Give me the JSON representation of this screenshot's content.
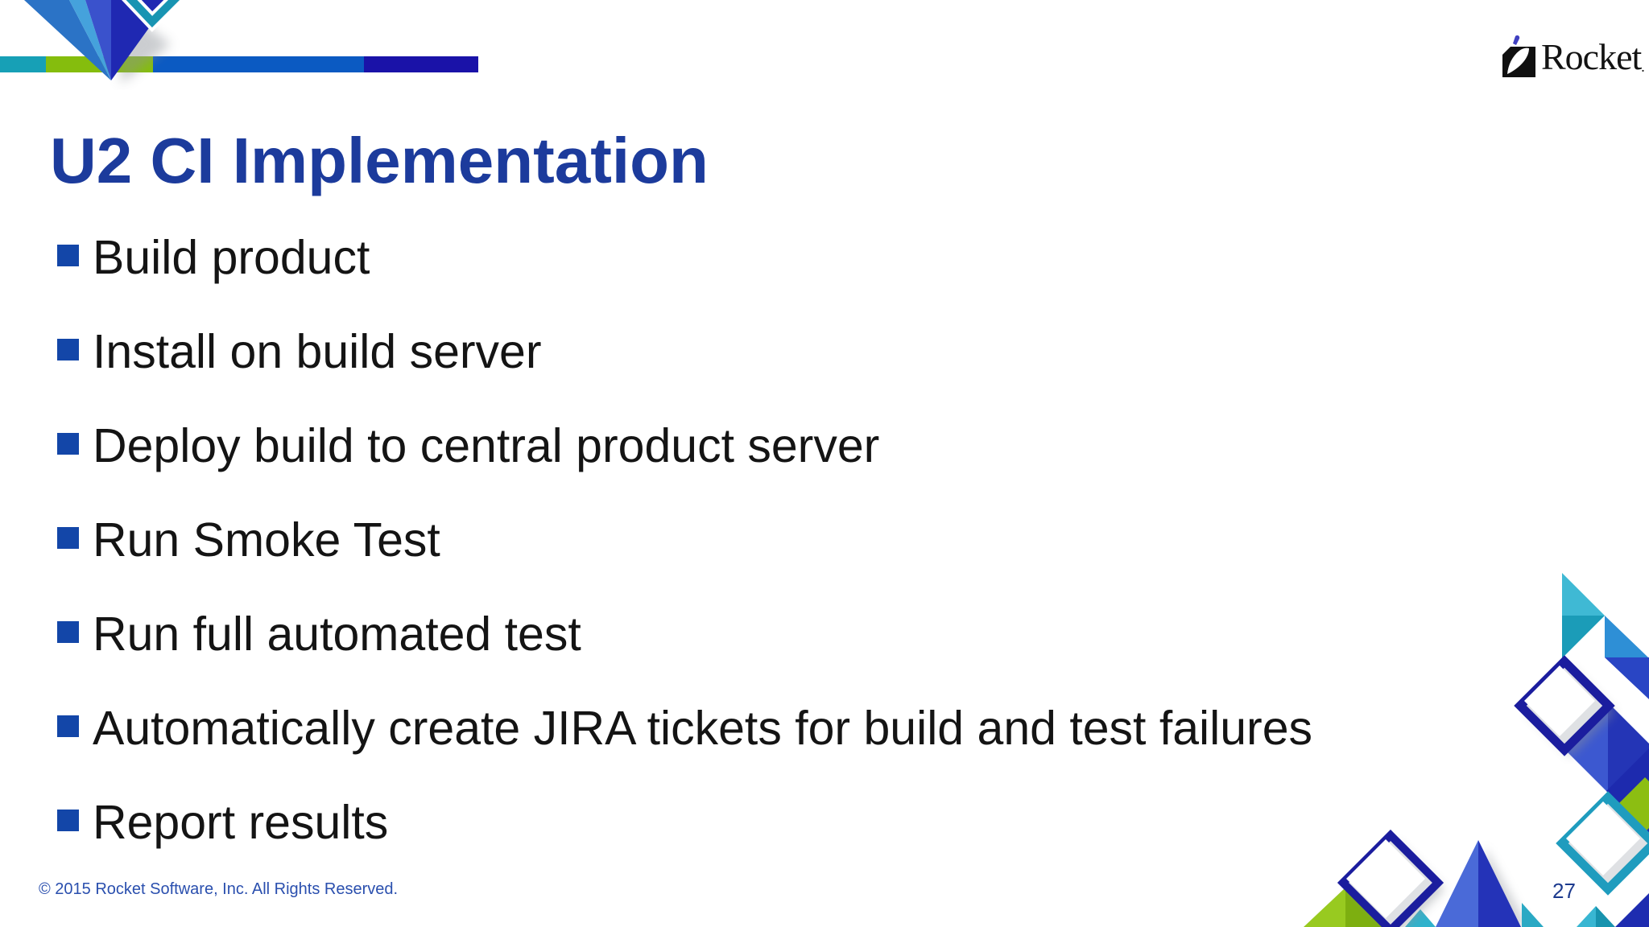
{
  "slide": {
    "title": "U2 CI Implementation",
    "bullets": [
      "Build product",
      "Install on build server",
      "Deploy build to central product server",
      "Run Smoke Test",
      "Run full automated test",
      "Automatically create JIRA tickets for build and test failures",
      "Report results"
    ],
    "footer": "© 2015 Rocket Software, Inc. All Rights Reserved.",
    "page_number": "27"
  },
  "logo": {
    "text": "Rocket",
    "trademark_dot": "."
  },
  "colors": {
    "title_text": "#1c3b9c",
    "body_text": "#141414",
    "bullet_marker": "#1346a8",
    "footer_text": "#2a4fae",
    "page_number_text": "#1c3a8e",
    "stripe_teal": "#17a0b6",
    "stripe_green": "#85bd0d",
    "stripe_blue": "#0b5ac2",
    "stripe_navy": "#1a12a8",
    "deco_medium_blue": "#2b73c6",
    "deco_sky_blue": "#45a2dc",
    "deco_royal_blue": "#3a52cc",
    "deco_navy": "#1f28b2",
    "deco_teal": "#1894b2",
    "deco_light_teal": "#3fb9d4",
    "deco_green": "#8cbe12",
    "outline_diamond_navy": "#1b1d9e",
    "outline_diamond_teal": "#1f9cbe"
  }
}
